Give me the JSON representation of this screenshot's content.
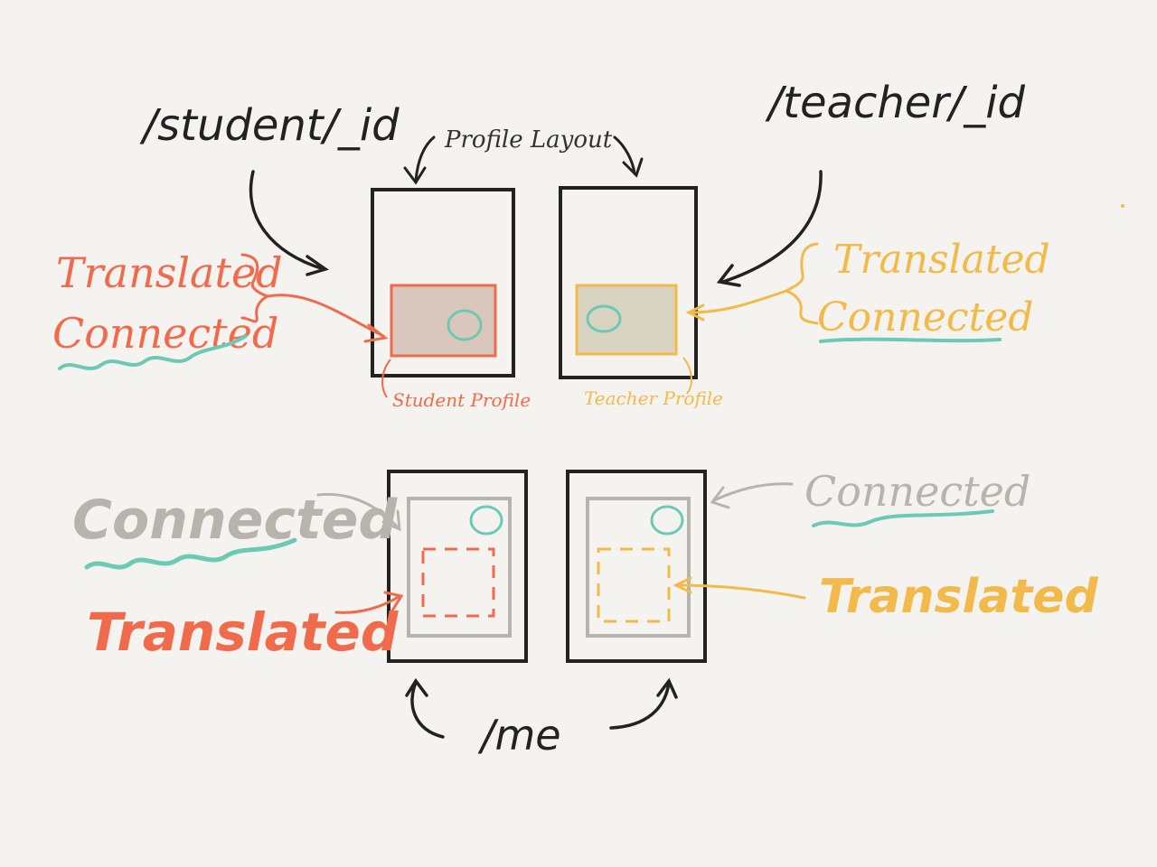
{
  "colors": {
    "background": "#f4f3ef",
    "ink": "#222222",
    "student": "#f06a4c",
    "teacher": "#f2b94b",
    "connected_gray": "#b7b4ad",
    "underline_teal": "#6ccab4",
    "student_fill": "#d9c7bd",
    "teacher_fill": "#d9d3c1"
  },
  "labels": {
    "student_route": "/student/_id",
    "teacher_route": "/teacher/_id",
    "profile_layout": "Profile Layout",
    "student_profile": "Student Profile",
    "teacher_profile": "Teacher Profile",
    "me_route": "/me",
    "translated": "Translated",
    "connected": "Connected"
  },
  "icons": [
    "arrow-icon",
    "brace-icon",
    "circle-icon",
    "wavy-underline-icon"
  ]
}
